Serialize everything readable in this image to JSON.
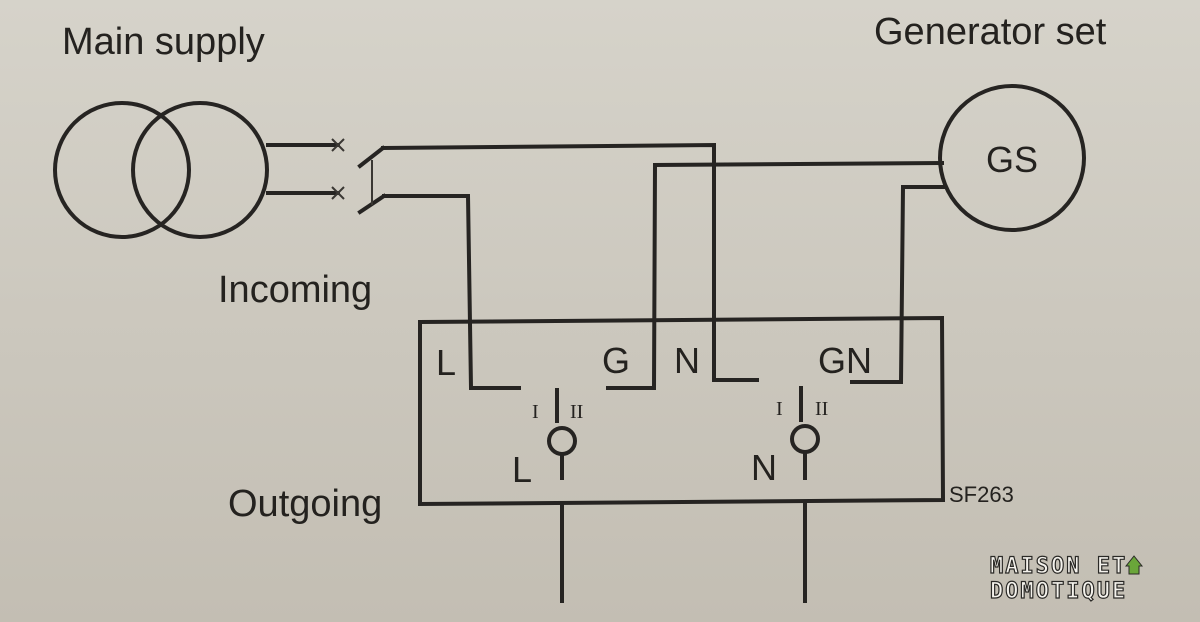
{
  "labels": {
    "main_supply": "Main supply",
    "generator_set": "Generator set",
    "generator_symbol": "GS",
    "incoming": "Incoming",
    "outgoing": "Outgoing",
    "model": "SF263",
    "terminal_l": "L",
    "terminal_g": "G",
    "terminal_n": "N",
    "terminal_gn": "GN",
    "contact_l": "L",
    "contact_n": "N",
    "position_1": "I",
    "position_2": "II"
  },
  "watermark": {
    "line1": "MAISON ET",
    "line2": "DOMOTIQUE"
  },
  "colors": {
    "line": "#262422",
    "background": "#cfcbc1"
  }
}
